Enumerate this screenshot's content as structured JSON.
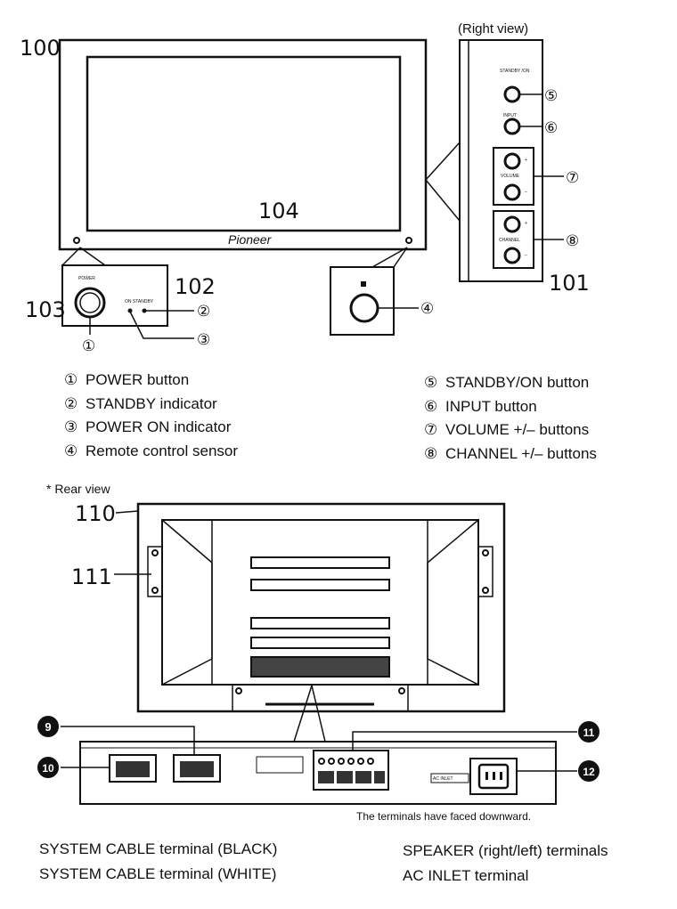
{
  "labels": {
    "right_view": "(Right view)",
    "rear_view": "* Rear view",
    "terminals_note": "The terminals have faced downward.",
    "brand": "Pioneer"
  },
  "ref_numbers": {
    "r100": "100",
    "r101": "101",
    "r102": "102",
    "r103": "103",
    "r104": "104",
    "r110": "110",
    "r111": "111"
  },
  "panel_labels": {
    "power": "POWER",
    "on_standby": "ON STANDBY",
    "standby_on": "STANDBY /ON",
    "input": "INPUT",
    "volume": "VOLUME",
    "channel": "CHANNEL",
    "plus": "+",
    "minus": "–",
    "ac_inlet": "AC INLET"
  },
  "callouts": {
    "c1": "①",
    "c2": "②",
    "c3": "③",
    "c4": "④",
    "c5": "⑤",
    "c6": "⑥",
    "c7": "⑦",
    "c8": "⑧",
    "c9": "9",
    "c10": "10",
    "c11": "11",
    "c12": "12"
  },
  "legend_front": [
    {
      "sym": "①",
      "text": "POWER button"
    },
    {
      "sym": "②",
      "text": "STANDBY indicator"
    },
    {
      "sym": "③",
      "text": "POWER ON indicator"
    },
    {
      "sym": "④",
      "text": "Remote control sensor"
    }
  ],
  "legend_side": [
    {
      "sym": "⑤",
      "text": "STANDBY/ON button"
    },
    {
      "sym": "⑥",
      "text": "INPUT  button"
    },
    {
      "sym": "⑦",
      "text": "VOLUME +/– buttons"
    },
    {
      "sym": "⑧",
      "text": "CHANNEL +/– buttons"
    }
  ],
  "legend_rear_left": [
    {
      "text": "SYSTEM CABLE terminal (BLACK)"
    },
    {
      "text": "SYSTEM CABLE terminal (WHITE)"
    }
  ],
  "legend_rear_right": [
    {
      "text": "SPEAKER (right/left) terminals"
    },
    {
      "text": "AC INLET terminal"
    }
  ],
  "colors": {
    "line": "#111111",
    "background": "#ffffff"
  }
}
